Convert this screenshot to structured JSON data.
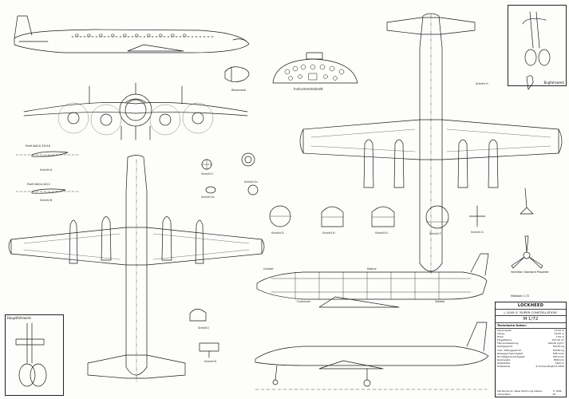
{
  "labels": {
    "fahrwerk_vorn": "Bugfahrwerk",
    "fahrwerk_haupt": "Hauptfahrwerk",
    "radarnase": "Radarnase",
    "instrumentenbrett": "Instrumentenbrett",
    "schnitt_a": "Schnitt A",
    "schnitt_b": "Schnitt B",
    "schnitt_c": "Schnitt C",
    "schnitt_d1": "Schnitt D₁",
    "schnitt_d2": "Schnitt D₂",
    "schnitt_e1": "Schnitt E₁",
    "schnitt_e2": "Schnitt E₂",
    "schnitt_e3": "Schnitt E₃",
    "schnitt_f": "Schnitt F",
    "schnitt_g": "Schnitt G",
    "schnitt_h": "Schnitt H",
    "schnitt_j": "Schnitt J",
    "schnitt_k": "Schnitt K",
    "profil_naca_root": "Profil NACA 23018",
    "profil_naca_tip": "Profil NACA 4412",
    "propeller": "Hamilton Standard Propeller",
    "cockpit": "Cockpit",
    "funkraum": "Funkraum",
    "kabine": "Kabine",
    "toilette": "Toilette",
    "massstab": "Maßstab 1:72"
  },
  "title_block": {
    "maker": "LOCKHEED",
    "model": "L-1049 G \"SUPER CONSTELLATION\"",
    "scale": "M 1/72",
    "data_heading": "Technische Daten:",
    "specs": [
      {
        "k": "Spannweite",
        "v": "37,50 m"
      },
      {
        "k": "Länge",
        "v": "34,65 m"
      },
      {
        "k": "Höhe",
        "v": "7,56 m"
      },
      {
        "k": "Flügelfläche",
        "v": "153,30 m²"
      },
      {
        "k": "Flächenbelastung",
        "v": "446,00 kg/m²"
      },
      {
        "k": "Startgewicht",
        "v": "62370 kg"
      },
      {
        "k": "max. Abfluggewicht",
        "v": "63050 kg"
      },
      {
        "k": "Reisegeschwindigkeit",
        "v": "528 km/h"
      },
      {
        "k": "Höchstgeschwindigkeit",
        "v": "590 km/h"
      },
      {
        "k": "Reichweite",
        "v": "8560 km"
      },
      {
        "k": "Gipfelhöhe",
        "v": "7200 m"
      },
      {
        "k": "Triebwerke",
        "v": "4 Curtiss-Wright R-3350"
      }
    ],
    "footer_left": "Alle Rechte an dieser Zeichnung bleiben vorbehalten",
    "footer_right": "© 1992-93"
  }
}
